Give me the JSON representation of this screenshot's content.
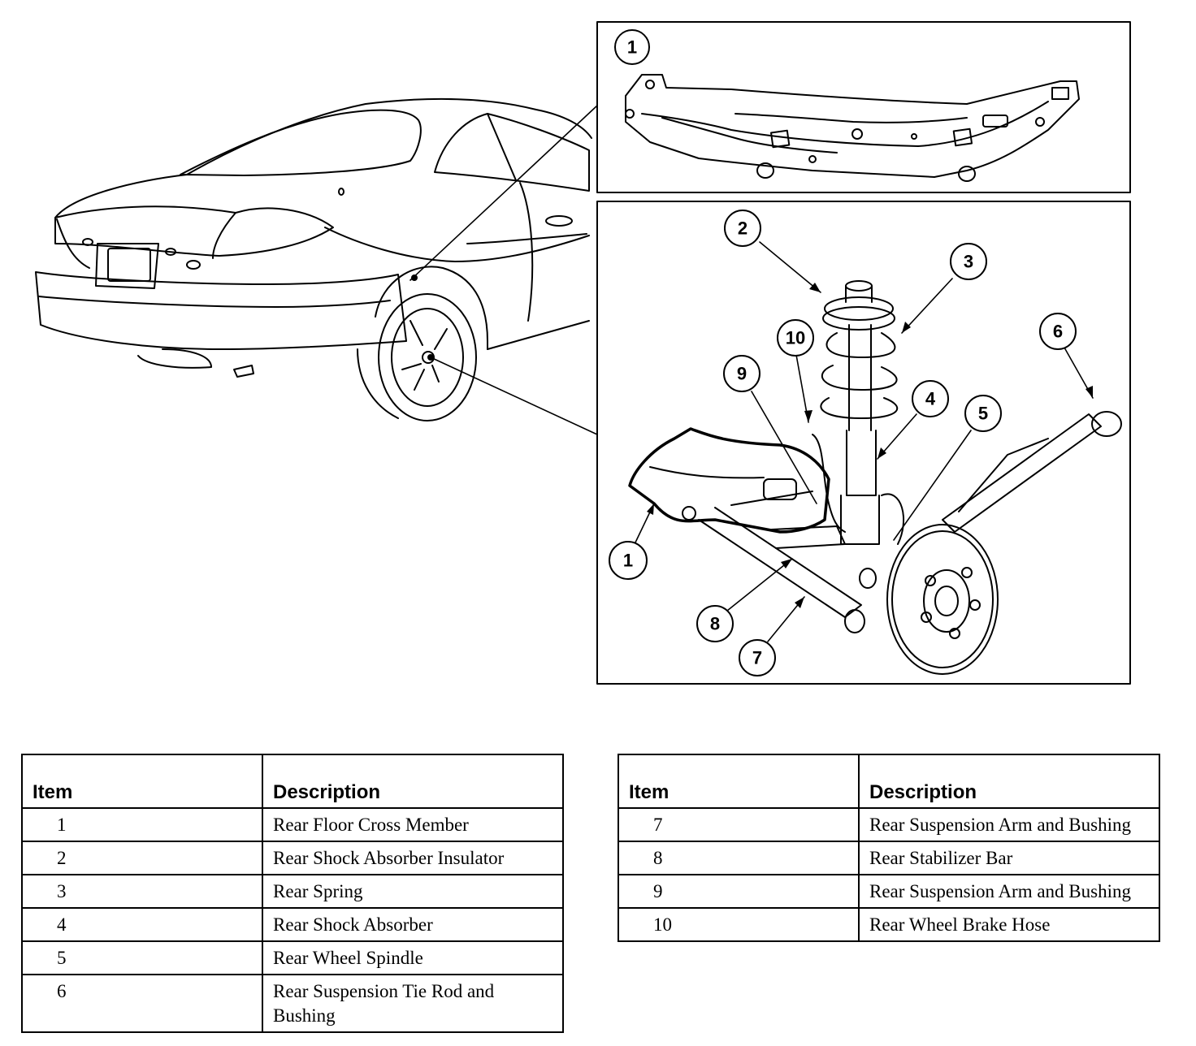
{
  "callouts": {
    "inset_top": [
      "1"
    ],
    "inset_bottom": [
      "2",
      "3",
      "10",
      "9",
      "4",
      "5",
      "6",
      "1",
      "8",
      "7"
    ]
  },
  "legend": {
    "item_header": "Item",
    "description_header": "Description",
    "left": [
      {
        "item": "1",
        "description": "Rear Floor Cross Member"
      },
      {
        "item": "2",
        "description": "Rear Shock Absorber Insulator"
      },
      {
        "item": "3",
        "description": "Rear Spring"
      },
      {
        "item": "4",
        "description": "Rear Shock Absorber"
      },
      {
        "item": "5",
        "description": "Rear Wheel Spindle"
      },
      {
        "item": "6",
        "description": "Rear Suspension Tie Rod and Bushing"
      }
    ],
    "right": [
      {
        "item": "7",
        "description": "Rear Suspension Arm and Bushing"
      },
      {
        "item": "8",
        "description": "Rear Stabilizer Bar"
      },
      {
        "item": "9",
        "description": "Rear Suspension Arm and Bushing"
      },
      {
        "item": "10",
        "description": "Rear Wheel Brake Hose"
      }
    ]
  }
}
